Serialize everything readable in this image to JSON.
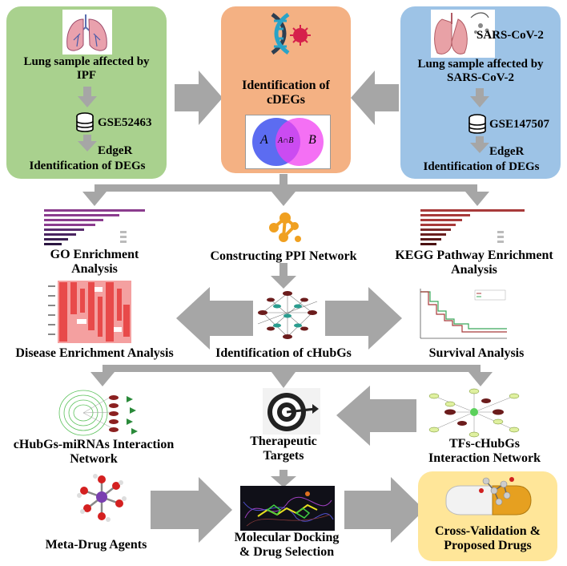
{
  "left_panel": {
    "title_line1": "Lung sample affected by",
    "title_line2": "IPF",
    "dataset": "GSE52463",
    "method": "EdgeR",
    "result": "Identification of DEGs"
  },
  "center_panel": {
    "title_line1": "Identification of",
    "title_line2": "cDEGs",
    "venn_a": "A",
    "venn_ab": "A∩B",
    "venn_b": "B"
  },
  "right_panel": {
    "virus_label": "SARS-CoV-2",
    "title_line1": "Lung sample affected by",
    "title_line2": "SARS-CoV-2",
    "dataset": "GSE147507",
    "method": "EdgeR",
    "result": "Identification of DEGs"
  },
  "row2": {
    "go_line1": "GO Enrichment",
    "go_line2": "Analysis",
    "ppi": "Constructing PPI Network",
    "kegg_line1": "KEGG Pathway Enrichment",
    "kegg_line2": "Analysis"
  },
  "row3": {
    "disease": "Disease Enrichment Analysis",
    "hub": "Identification of cHubGs",
    "survival": "Survival Analysis"
  },
  "row4": {
    "mirna_line1": "cHubGs-miRNAs Interaction",
    "mirna_line2": "Network",
    "therapeutic_line1": "Therapeutic",
    "therapeutic_line2": "Targets",
    "tfs_line1": "TFs-cHubGs",
    "tfs_line2": "Interaction Network"
  },
  "row5": {
    "meta_drug": "Meta-Drug Agents",
    "docking_line1": "Molecular Docking",
    "docking_line2": "& Drug Selection",
    "validation_line1": "Cross-Validation &",
    "validation_line2": "Proposed Drugs"
  },
  "colors": {
    "left_panel": "#a9d18e",
    "center_panel": "#f4b183",
    "right_panel": "#9dc3e6",
    "validation_panel": "#ffe699",
    "arrow": "#a6a6a6",
    "venn_a": "#4a5cf0",
    "venn_b": "#f040f0"
  }
}
